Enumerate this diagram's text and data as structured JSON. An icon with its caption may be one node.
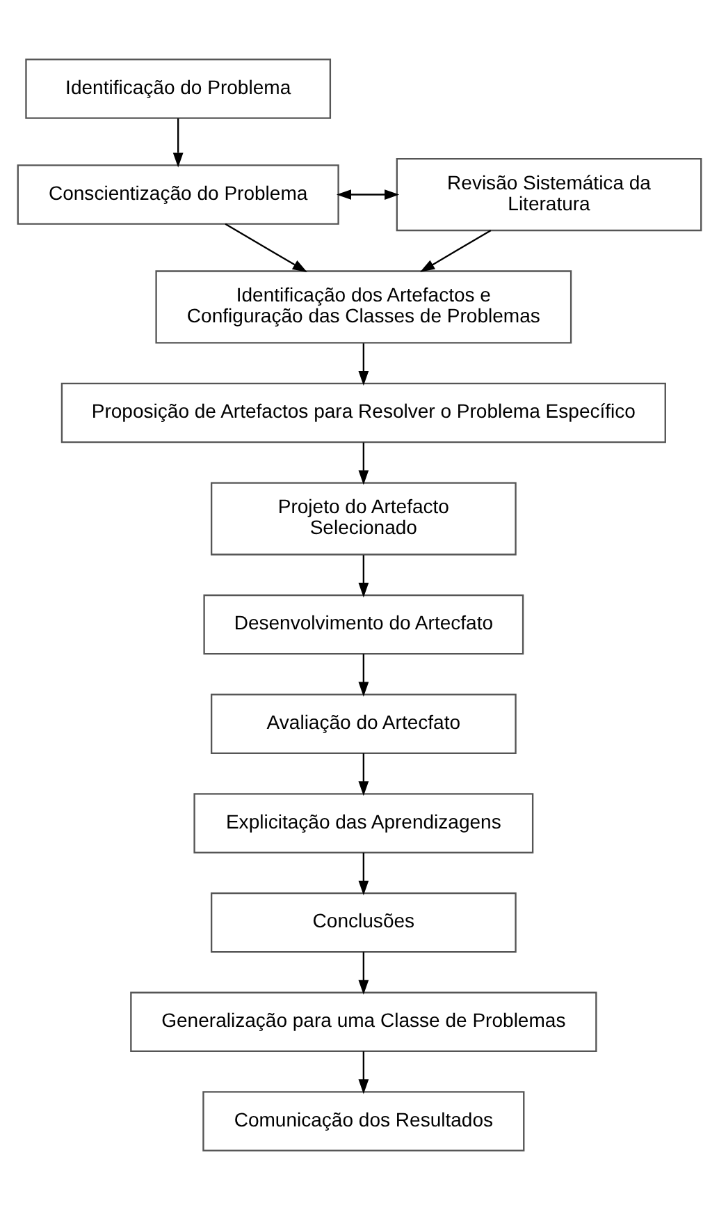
{
  "diagram": {
    "nodes": [
      {
        "text": [
          "Identificação do Problema"
        ]
      },
      {
        "text": [
          "Conscientização do Problema"
        ]
      },
      {
        "text": [
          "Revisão Sistemática da Literatura"
        ]
      },
      {
        "text": [
          "Identificação dos Artefactos e Configuração das Classes de Problemas"
        ]
      },
      {
        "text": [
          "Proposição de Artefactos para Resolver o Problema Específico"
        ]
      },
      {
        "text": [
          "Projeto do Artefacto Selecionado"
        ]
      },
      {
        "text": [
          "Desenvolvimento do Artecfato"
        ]
      },
      {
        "text": [
          "Avaliação do Artecfato"
        ]
      },
      {
        "text": [
          "Explicitação das Aprendizagens"
        ]
      },
      {
        "text": [
          "Conclusões"
        ]
      },
      {
        "text": [
          "Generalização para uma Classe de Problemas"
        ]
      },
      {
        "text": [
          "Comunicação dos Resultados"
        ]
      }
    ],
    "edges": [
      {
        "from": 0,
        "to": 1,
        "arrow": "to"
      },
      {
        "from": 1,
        "to": 2,
        "arrow": "both"
      },
      {
        "from": 1,
        "to": 3,
        "arrow": "to"
      },
      {
        "from": 2,
        "to": 3,
        "arrow": "to"
      },
      {
        "from": 3,
        "to": 4,
        "arrow": "to"
      },
      {
        "from": 4,
        "to": 5,
        "arrow": "to"
      },
      {
        "from": 5,
        "to": 6,
        "arrow": "to"
      },
      {
        "from": 6,
        "to": 7,
        "arrow": "to"
      },
      {
        "from": 7,
        "to": 8,
        "arrow": "to"
      },
      {
        "from": 8,
        "to": 9,
        "arrow": "to"
      },
      {
        "from": 9,
        "to": 10,
        "arrow": "to"
      },
      {
        "from": 10,
        "to": 11,
        "arrow": "to"
      }
    ]
  }
}
